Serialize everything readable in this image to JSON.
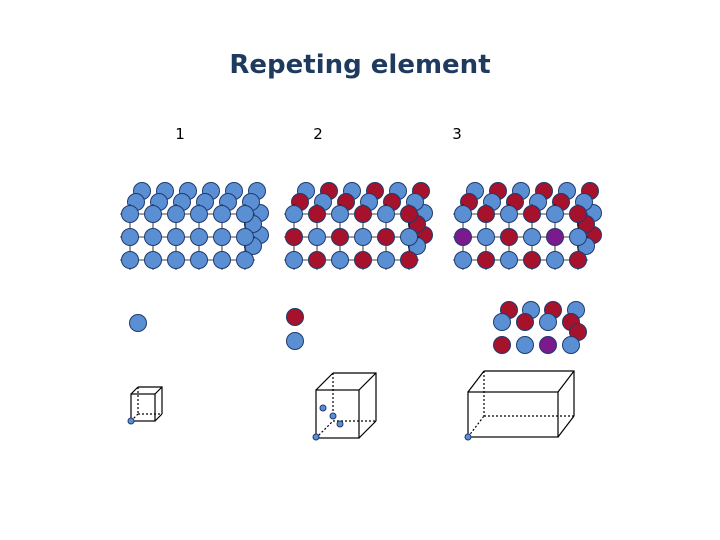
{
  "title": "Repeting element",
  "columns": [
    {
      "label": "1"
    },
    {
      "label": "2"
    },
    {
      "label": "3"
    }
  ],
  "colors": {
    "title": "#1f3a5f",
    "blue": "#5b8fd4",
    "red": "#a6122b",
    "purple": "#7b1a8c",
    "outline": "#1f3a6e",
    "cell": "#000000"
  }
}
